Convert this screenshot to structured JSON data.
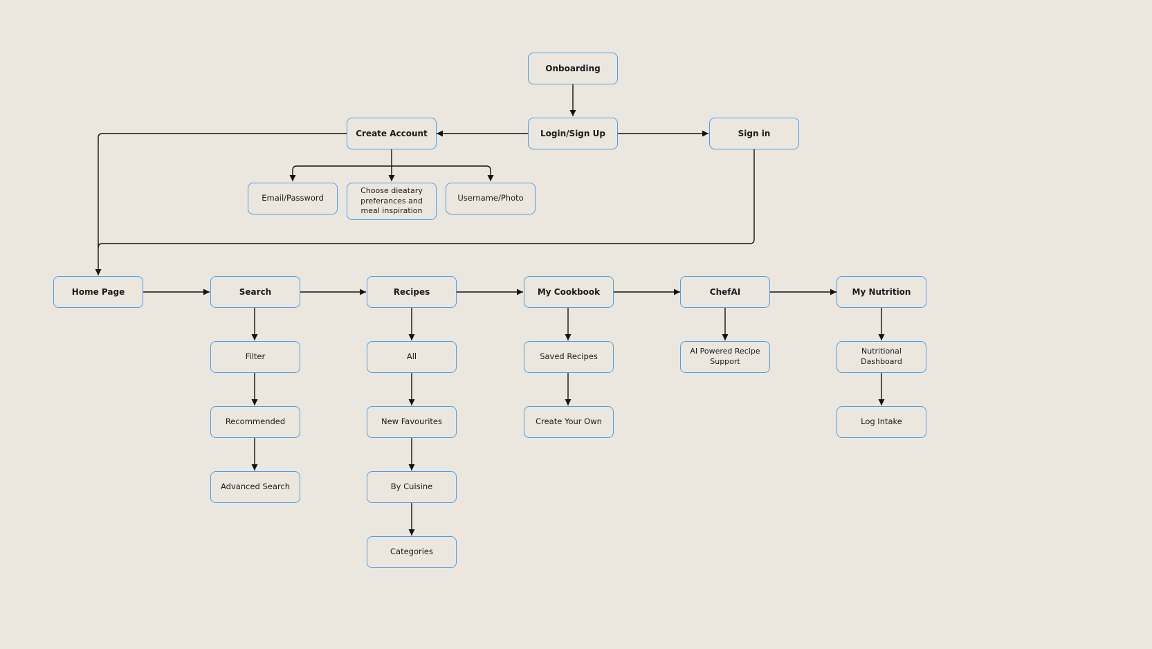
{
  "nodes": {
    "onboarding": "Onboarding",
    "login_signup": "Login/Sign Up",
    "create_account": "Create Account",
    "sign_in": "Sign in",
    "email_password": "Email/Password",
    "dietary": "Choose dieatary preferances and meal inspiration",
    "username_photo": "Username/Photo",
    "home_page": "Home Page",
    "search": "Search",
    "recipes": "Recipes",
    "my_cookbook": "My Cookbook",
    "chefai": "ChefAI",
    "my_nutrition": "My Nutrition",
    "filter": "Filter",
    "recommended": "Recommended",
    "advanced_search": "Advanced Search",
    "all": "All",
    "new_favourites": "New Favourites",
    "by_cuisine": "By Cuisine",
    "categories": "Categories",
    "saved_recipes": "Saved Recipes",
    "create_your_own": "Create Your Own",
    "ai_powered": "AI Powered Recipe Support",
    "nutritional_dashboard": "Nutritional Dashboard",
    "log_intake": "Log Intake"
  },
  "colors": {
    "background": "#ebe7df",
    "node_border": "#4a9ee6",
    "connector": "#111111"
  }
}
